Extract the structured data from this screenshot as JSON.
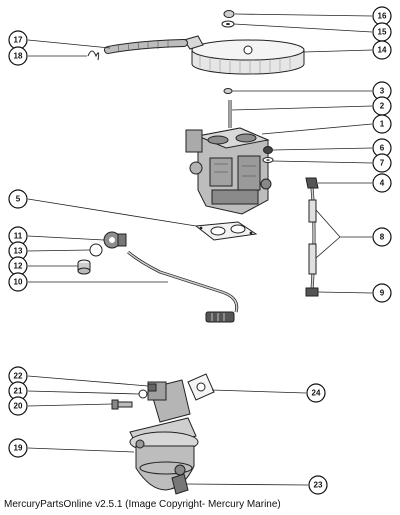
{
  "caption": "MercuryPartsOnline v2.5.1 (Image Copyright- Mercury Marine)",
  "callouts": [
    "1",
    "2",
    "3",
    "4",
    "5",
    "6",
    "7",
    "8",
    "9",
    "10",
    "11",
    "12",
    "13",
    "14",
    "15",
    "16",
    "17",
    "18",
    "19",
    "20",
    "21",
    "22",
    "23",
    "24"
  ]
}
